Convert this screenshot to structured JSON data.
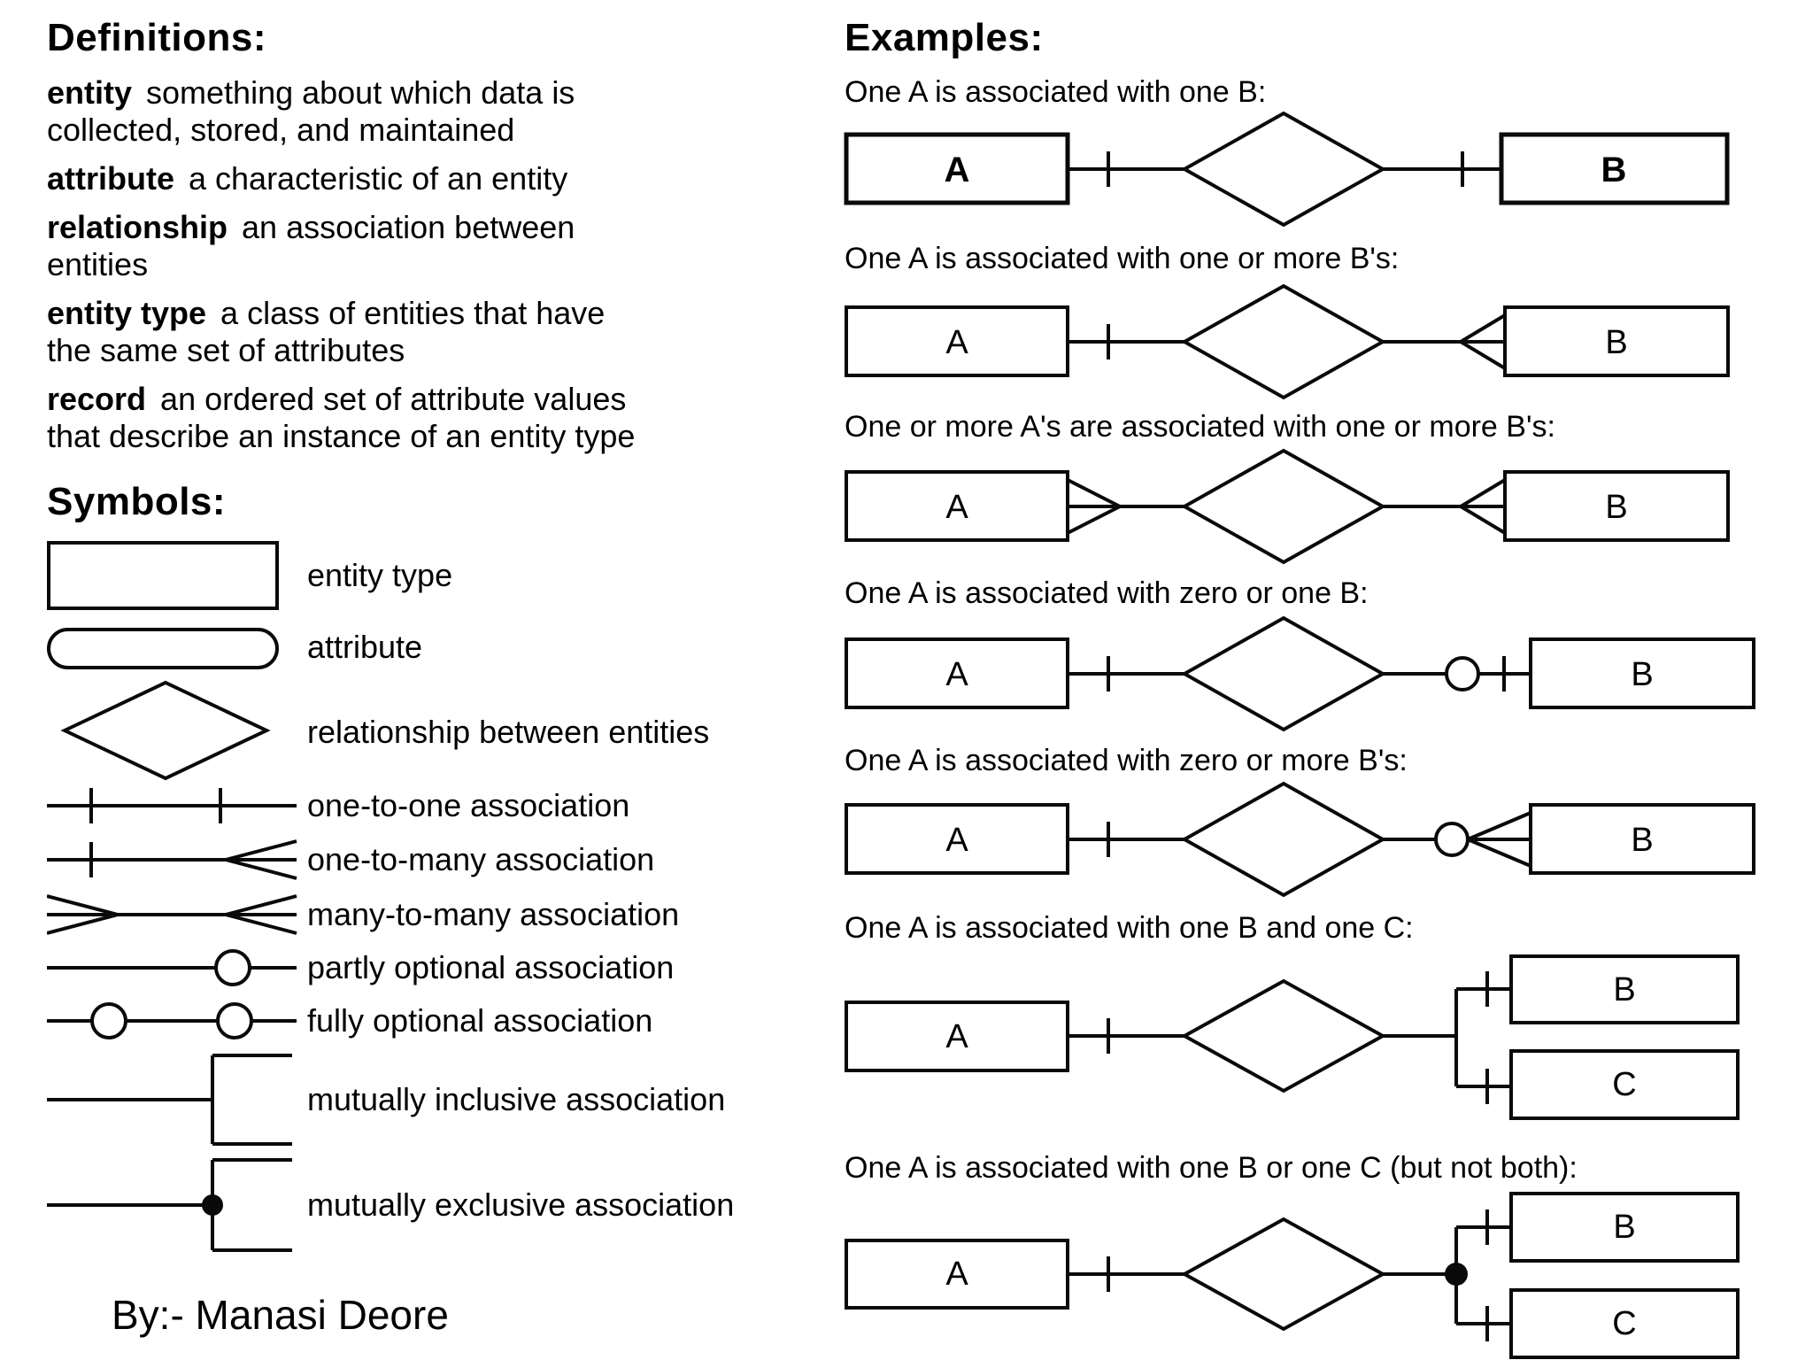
{
  "page": {
    "background": "#ffffff",
    "ink": "#000000"
  },
  "definitions": {
    "heading": "Definitions:",
    "items": [
      {
        "term": "entity",
        "line1": "something about which data is",
        "line2": "collected, stored, and maintained"
      },
      {
        "term": "attribute",
        "line1": "a characteristic of an entity",
        "line2": ""
      },
      {
        "term": "relationship",
        "line1": "an association between",
        "line2": "entities"
      },
      {
        "term": "entity type",
        "line1": "a class of entities that have",
        "line2": "the same set of attributes"
      },
      {
        "term": "record",
        "line1": "an ordered set of attribute values",
        "line2": "that describe an instance of an entity type"
      }
    ]
  },
  "symbols": {
    "heading": "Symbols:",
    "items": [
      {
        "label": "entity type",
        "icon": "entity-type-rectangle-icon"
      },
      {
        "label": "attribute",
        "icon": "attribute-rounded-rectangle-icon"
      },
      {
        "label": "relationship between entities",
        "icon": "relationship-diamond-icon"
      },
      {
        "label": "one-to-one association",
        "icon": "one-to-one-line-icon"
      },
      {
        "label": "one-to-many association",
        "icon": "one-to-many-line-icon"
      },
      {
        "label": "many-to-many association",
        "icon": "many-to-many-line-icon"
      },
      {
        "label": "partly optional association",
        "icon": "partly-optional-line-icon"
      },
      {
        "label": "fully optional association",
        "icon": "fully-optional-line-icon"
      },
      {
        "label": "mutually inclusive association",
        "icon": "mutually-inclusive-bracket-icon"
      },
      {
        "label": "mutually exclusive association",
        "icon": "mutually-exclusive-bracket-icon"
      }
    ]
  },
  "examples": {
    "heading": "Examples:",
    "rows": [
      {
        "caption": "One A is associated with one B:",
        "entities": {
          "left": "A",
          "right": "B"
        }
      },
      {
        "caption": "One A is associated with one or more B's:",
        "entities": {
          "left": "A",
          "right": "B"
        }
      },
      {
        "caption": "One or more A's are  associated with one or more B's:",
        "entities": {
          "left": "A",
          "right": "B"
        }
      },
      {
        "caption": "One A is associated with zero or one B:",
        "entities": {
          "left": "A",
          "right": "B"
        }
      },
      {
        "caption": "One A is associated with zero or more B's:",
        "entities": {
          "left": "A",
          "right": "B"
        }
      },
      {
        "caption": "One A is associated with one B and one C:",
        "entities": {
          "left": "A",
          "top_right": "B",
          "bottom_right": "C"
        }
      },
      {
        "caption": "One A is associated with one B or one C (but not both):",
        "entities": {
          "left": "A",
          "top_right": "B",
          "bottom_right": "C"
        }
      }
    ]
  },
  "credit": "By:- Manasi Deore"
}
